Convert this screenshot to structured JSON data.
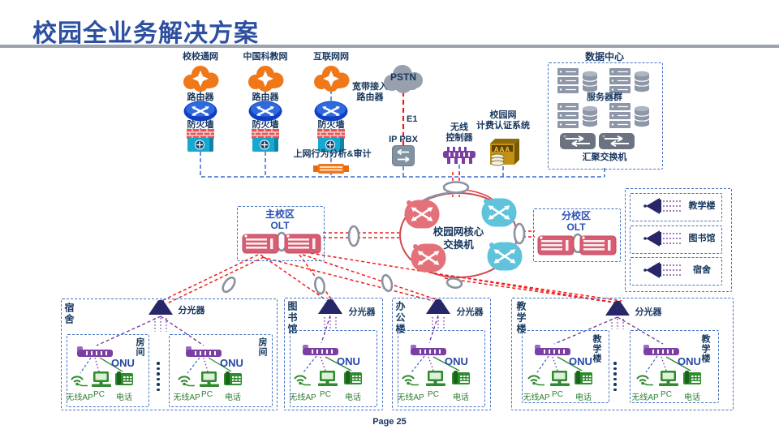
{
  "slide": {
    "title": "校园全业务解决方案",
    "page_label": "Page 25"
  },
  "wan": {
    "clouds": [
      {
        "name": "校校通网",
        "router": "路由器",
        "firewall": "防火墙"
      },
      {
        "name": "中国科教网",
        "router": "路由器",
        "firewall": "防火墙"
      },
      {
        "name": "互联网网",
        "router": "宽带接入\n路由器",
        "firewall": "防火墙"
      }
    ],
    "pstn": "PSTN",
    "e1": "E1",
    "ippbx": "IP PBX",
    "audit": "上网行为分析&审计",
    "wlc": "无线\n控制器",
    "aaa": "校园网\n计费认证系统",
    "aaa_badge": "AAA"
  },
  "datacenter": {
    "title": "数据中心",
    "servers": "服务器群",
    "agg_switch": "汇聚交换机"
  },
  "core": {
    "label": "校园网核心\n交换机"
  },
  "olt_main": {
    "label": "主校区\nOLT"
  },
  "olt_branch": {
    "label": "分校区\nOLT"
  },
  "campus_buildings": [
    {
      "label": "教学楼"
    },
    {
      "label": "图书馆"
    },
    {
      "label": "宿舍"
    }
  ],
  "access": {
    "splitter": "分光器",
    "onu": "ONU",
    "devices": {
      "ap": "无线AP",
      "pc": "PC",
      "phone": "电话"
    },
    "sections": [
      {
        "building": "宿舍",
        "rooms": [
          "房间",
          "房间"
        ]
      },
      {
        "building": "图书馆",
        "rooms": []
      },
      {
        "building": "办公楼",
        "rooms": []
      },
      {
        "building": "教学楼",
        "rooms": [
          "教学楼",
          "教学楼"
        ]
      }
    ]
  },
  "colors": {
    "title": "#2C4FA0",
    "label_navy": "#17375E",
    "box_dash": "#4472C4",
    "line_red": "#F21B1B",
    "purple": "#7030A0",
    "device_green": "#2E8B2E",
    "cloud_orange": "#F07818",
    "core_pink": "#E4717A",
    "core_cyan": "#5FC3DC",
    "olt_red": "#D85C72",
    "coil_gray": "#8A92A0"
  }
}
